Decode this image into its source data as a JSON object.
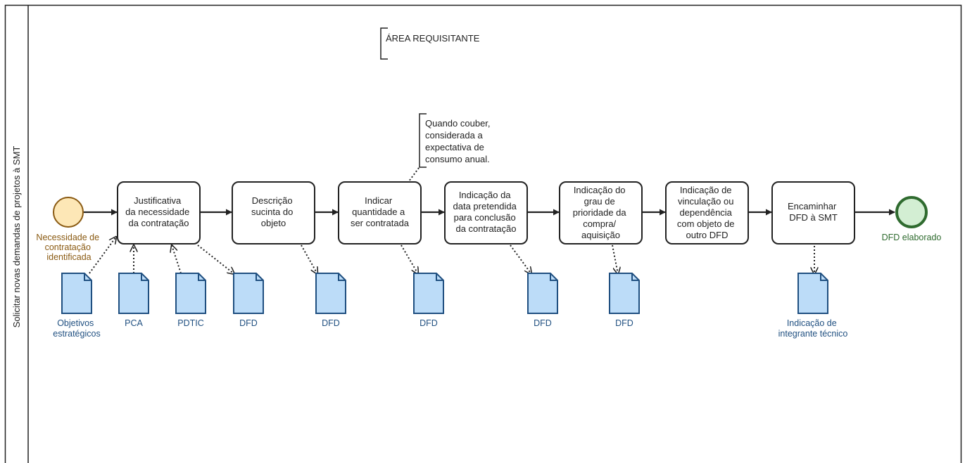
{
  "lane": {
    "label": "Solicitar novas demandas de projetos à SMT"
  },
  "annotations": {
    "area": "ÁREA REQUISITANTE",
    "quantity_note": [
      "Quando couber,",
      "considerada a",
      "expectativa de",
      "consumo anual."
    ]
  },
  "start_event": {
    "label": [
      "Necessidade de",
      "contratação",
      "identificada"
    ],
    "fill": "#fde7b6",
    "stroke": "#8a5a12",
    "text_color": "#8a5a12"
  },
  "end_event": {
    "label": [
      "DFD elaborado"
    ],
    "fill": "#d3eed3",
    "stroke": "#2f6b2f",
    "text_color": "#2f6b2f"
  },
  "tasks": [
    {
      "id": "justificativa",
      "label": [
        "Justificativa",
        "da necessidade",
        "da contratação"
      ]
    },
    {
      "id": "descricao",
      "label": [
        "Descrição",
        "sucinta do",
        "objeto"
      ]
    },
    {
      "id": "quantidade",
      "label": [
        "Indicar",
        "quantidade a",
        "ser contratada"
      ]
    },
    {
      "id": "data",
      "label": [
        "Indicação da",
        "data pretendida",
        "para conclusão",
        "da contratação"
      ]
    },
    {
      "id": "prioridade",
      "label": [
        "Indicação do",
        "grau de",
        "prioridade da",
        "compra/",
        "aquisição"
      ]
    },
    {
      "id": "vinculacao",
      "label": [
        "Indicação de",
        "vinculação ou",
        "dependência",
        "com objeto de",
        "outro DFD"
      ]
    },
    {
      "id": "encaminhar",
      "label": [
        "Encaminhar",
        "DFD à SMT"
      ]
    }
  ],
  "documents": [
    {
      "id": "objetivos",
      "label": [
        "Objetivos",
        "estratégicos"
      ]
    },
    {
      "id": "pca",
      "label": [
        "PCA"
      ]
    },
    {
      "id": "pdtic",
      "label": [
        "PDTIC"
      ]
    },
    {
      "id": "dfd1",
      "label": [
        "DFD"
      ]
    },
    {
      "id": "dfd2",
      "label": [
        "DFD"
      ]
    },
    {
      "id": "dfd3",
      "label": [
        "DFD"
      ]
    },
    {
      "id": "dfd4",
      "label": [
        "DFD"
      ]
    },
    {
      "id": "dfd5",
      "label": [
        "DFD"
      ]
    },
    {
      "id": "integrante",
      "label": [
        "Indicação de",
        "integrante técnico"
      ]
    }
  ],
  "colors": {
    "document_fill": "#bcdcf8",
    "document_stroke": "#1f4f80",
    "document_text": "#1f4f80",
    "task_stroke": "#222222",
    "line": "#222222"
  }
}
